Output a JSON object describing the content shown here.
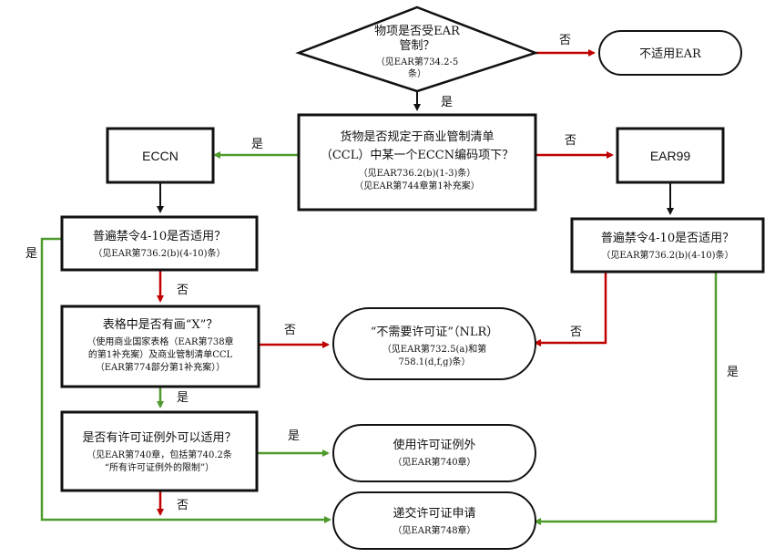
{
  "nodes": {
    "decision_ear": {
      "lines": [
        "物项是否受EAR",
        "管制？"
      ],
      "sub": [
        "（见EAR第734.2-5",
        "条）"
      ]
    },
    "not_applicable": {
      "label": "不适用EAR"
    },
    "ccl_check": {
      "lines": [
        "货物是否规定于商业管制清单",
        "（CCL）中某一个ECCN编码项下？"
      ],
      "sub": [
        "（见EAR736.2(b)(1-3)条）",
        "（见EAR第744章第1补充案）"
      ]
    },
    "eccn": {
      "label": "ECCN"
    },
    "ear99": {
      "label": "EAR99"
    },
    "prohibit_left": {
      "lines": [
        "普遍禁令4-10是否适用？"
      ],
      "sub": [
        "（见EAR第736.2(b)(4-10)条）"
      ]
    },
    "prohibit_right": {
      "lines": [
        "普遍禁令4-10是否适用？"
      ],
      "sub": [
        "（见EAR第736.2(b)(4-10)条）"
      ]
    },
    "table_x": {
      "lines": [
        "表格中是否有画“X”？"
      ],
      "sub": [
        "（使用商业国家表格（EAR第738章",
        "的第1补充案）及商业管制清单CCL",
        "（EAR第774部分第1补充案））"
      ]
    },
    "nlr": {
      "lines": [
        "“不需要许可证”（NLR）"
      ],
      "sub": [
        "（见EAR第732.5(a)和第",
        "758.1(d,f,g)条）"
      ]
    },
    "exception_check": {
      "lines": [
        "是否有许可证例外可以适用？"
      ],
      "sub": [
        "（见EAR第740章，包括第740.2条",
        "“所有许可证例外的限制”）"
      ]
    },
    "use_exception": {
      "lines": [
        "使用许可证例外"
      ],
      "sub": [
        "（见EAR第740章）"
      ]
    },
    "apply_license": {
      "lines": [
        "递交许可证申请"
      ],
      "sub": [
        "（见EAR第748章）"
      ]
    }
  },
  "edge_labels": {
    "yes": "是",
    "no": "否"
  },
  "colors": {
    "no_edge": "#c00000",
    "yes_edge": "#4e9a2c",
    "plain_edge": "#111111",
    "box_stroke": "#111111"
  }
}
